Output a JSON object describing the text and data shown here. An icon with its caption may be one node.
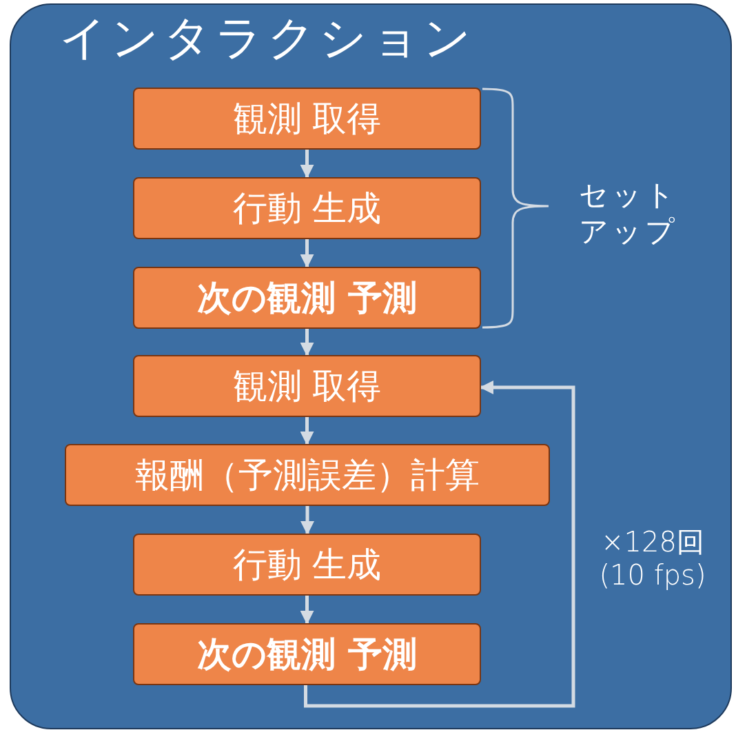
{
  "diagram": {
    "nodes": [
      {
        "text": [
          "インタラクション"
        ]
      },
      {
        "text": [
          "観測 取得"
        ],
        "in": 0
      },
      {
        "text": [
          "行動 生成"
        ],
        "in": 0
      },
      {
        "text": [
          "次の観測 予測"
        ],
        "in": 0
      },
      {
        "text": [
          "観測 取得"
        ],
        "in": 0
      },
      {
        "text": [
          "報酬（予測誤差）計算"
        ],
        "in": 0
      },
      {
        "text": [
          "行動 生成"
        ],
        "in": 0
      },
      {
        "text": [
          "次の観測 予測"
        ],
        "in": 0
      }
    ],
    "edges": [
      {
        "from": 1,
        "to": 2,
        "arrow": "to"
      },
      {
        "from": 2,
        "to": 3,
        "arrow": "to"
      },
      {
        "from": 3,
        "to": 4,
        "arrow": "to"
      },
      {
        "from": 4,
        "to": 5,
        "arrow": "to"
      },
      {
        "from": 5,
        "to": 6,
        "arrow": "to"
      },
      {
        "from": 6,
        "to": 7,
        "arrow": "to"
      },
      {
        "from": 7,
        "to": 4,
        "arrow": "to",
        "label": "×128回 (10 fps)"
      }
    ],
    "labels": [
      "セットアップ"
    ]
  }
}
